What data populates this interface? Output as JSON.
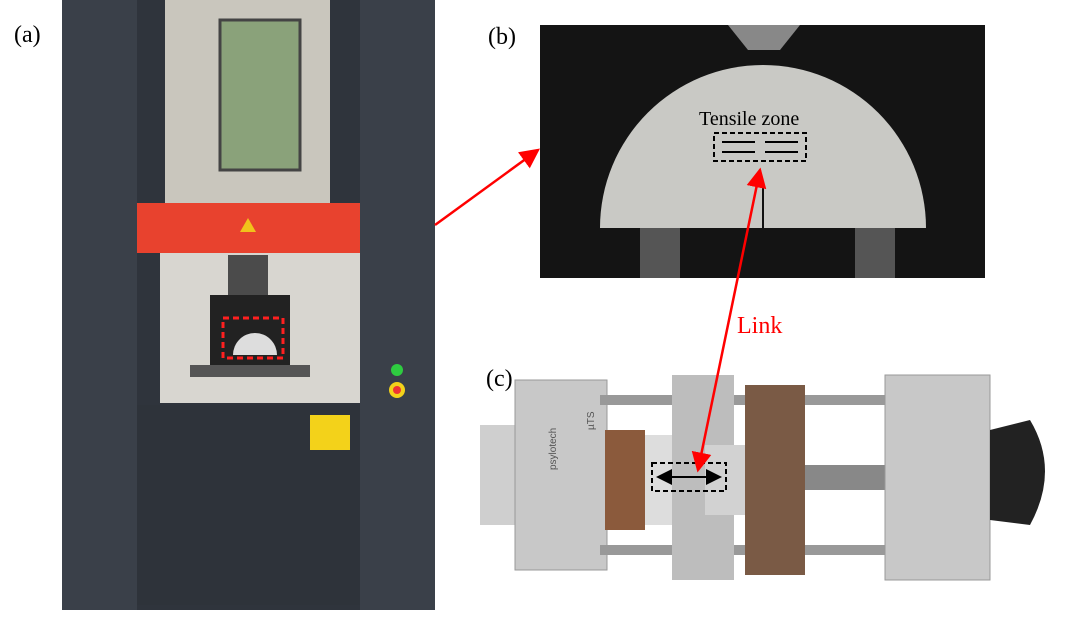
{
  "panels": {
    "a": "(a)",
    "b": "(b)",
    "c": "(c)"
  },
  "annotations": {
    "tensile_zone": "Tensile zone",
    "link": "Link"
  },
  "device_text": {
    "brand": "psylotech",
    "model": "µTS"
  },
  "colors": {
    "arrow": "#ff0000",
    "frame": "#ed3b2a",
    "frame_dark": "#3a3f47"
  }
}
